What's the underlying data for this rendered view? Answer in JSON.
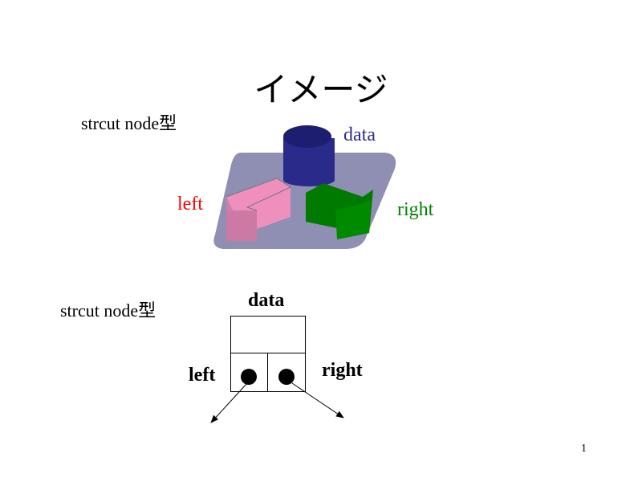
{
  "title": "イメージ",
  "image_section": {
    "label": "strcut node型",
    "data_label": "data",
    "left_label": "left",
    "right_label": "right"
  },
  "diagram_section": {
    "label": "strcut node型",
    "data_label": "data",
    "left_label": "left",
    "right_label": "right"
  },
  "page_number": "1",
  "colors": {
    "data": "#2e2e8c",
    "left": "#ff0000",
    "right": "#008000",
    "plate": "#8f8fb3",
    "pink": "#ee8fbe",
    "green": "#007a00"
  }
}
